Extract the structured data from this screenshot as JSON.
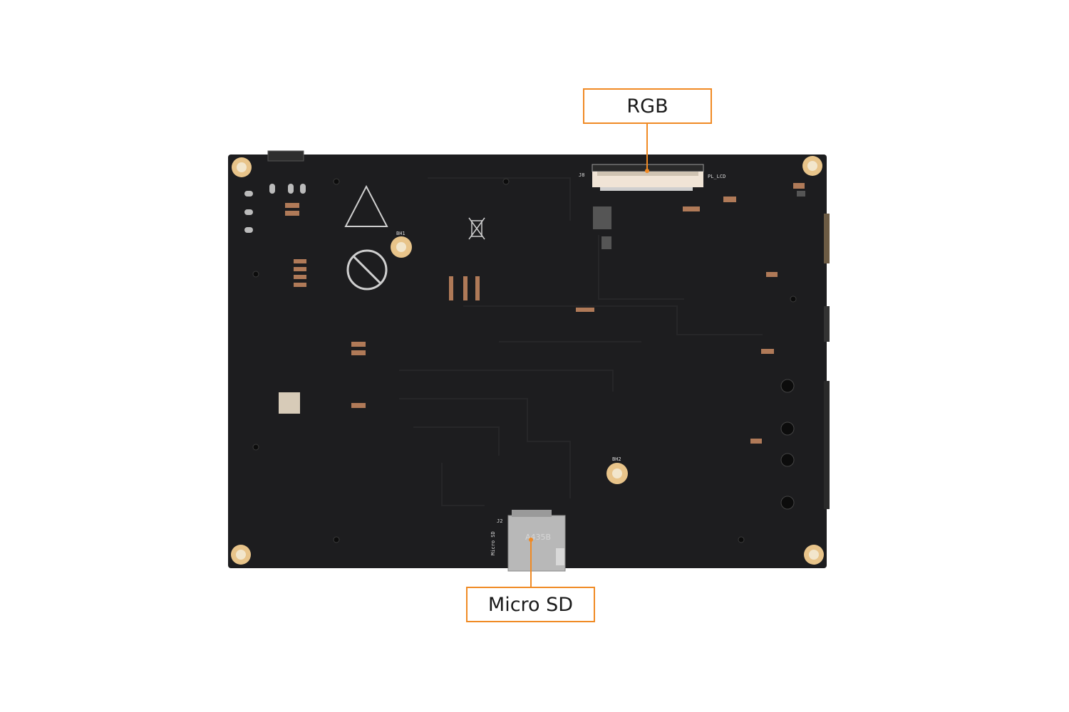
{
  "callouts": [
    {
      "label": "RGB"
    },
    {
      "label": "Micro SD"
    }
  ],
  "silkscreen": {
    "rgb_connector_ref": "J8",
    "rgb_connector_name": "PL_LCD",
    "sd_connector_ref": "J2",
    "sd_label": "Micro SD",
    "sd_marking": "A435B",
    "hole1": "BH1",
    "hole2": "BH2"
  },
  "colors": {
    "accent": "#f08a24",
    "board": "#1d1d1f",
    "pad_gold": "#e8c48a"
  }
}
